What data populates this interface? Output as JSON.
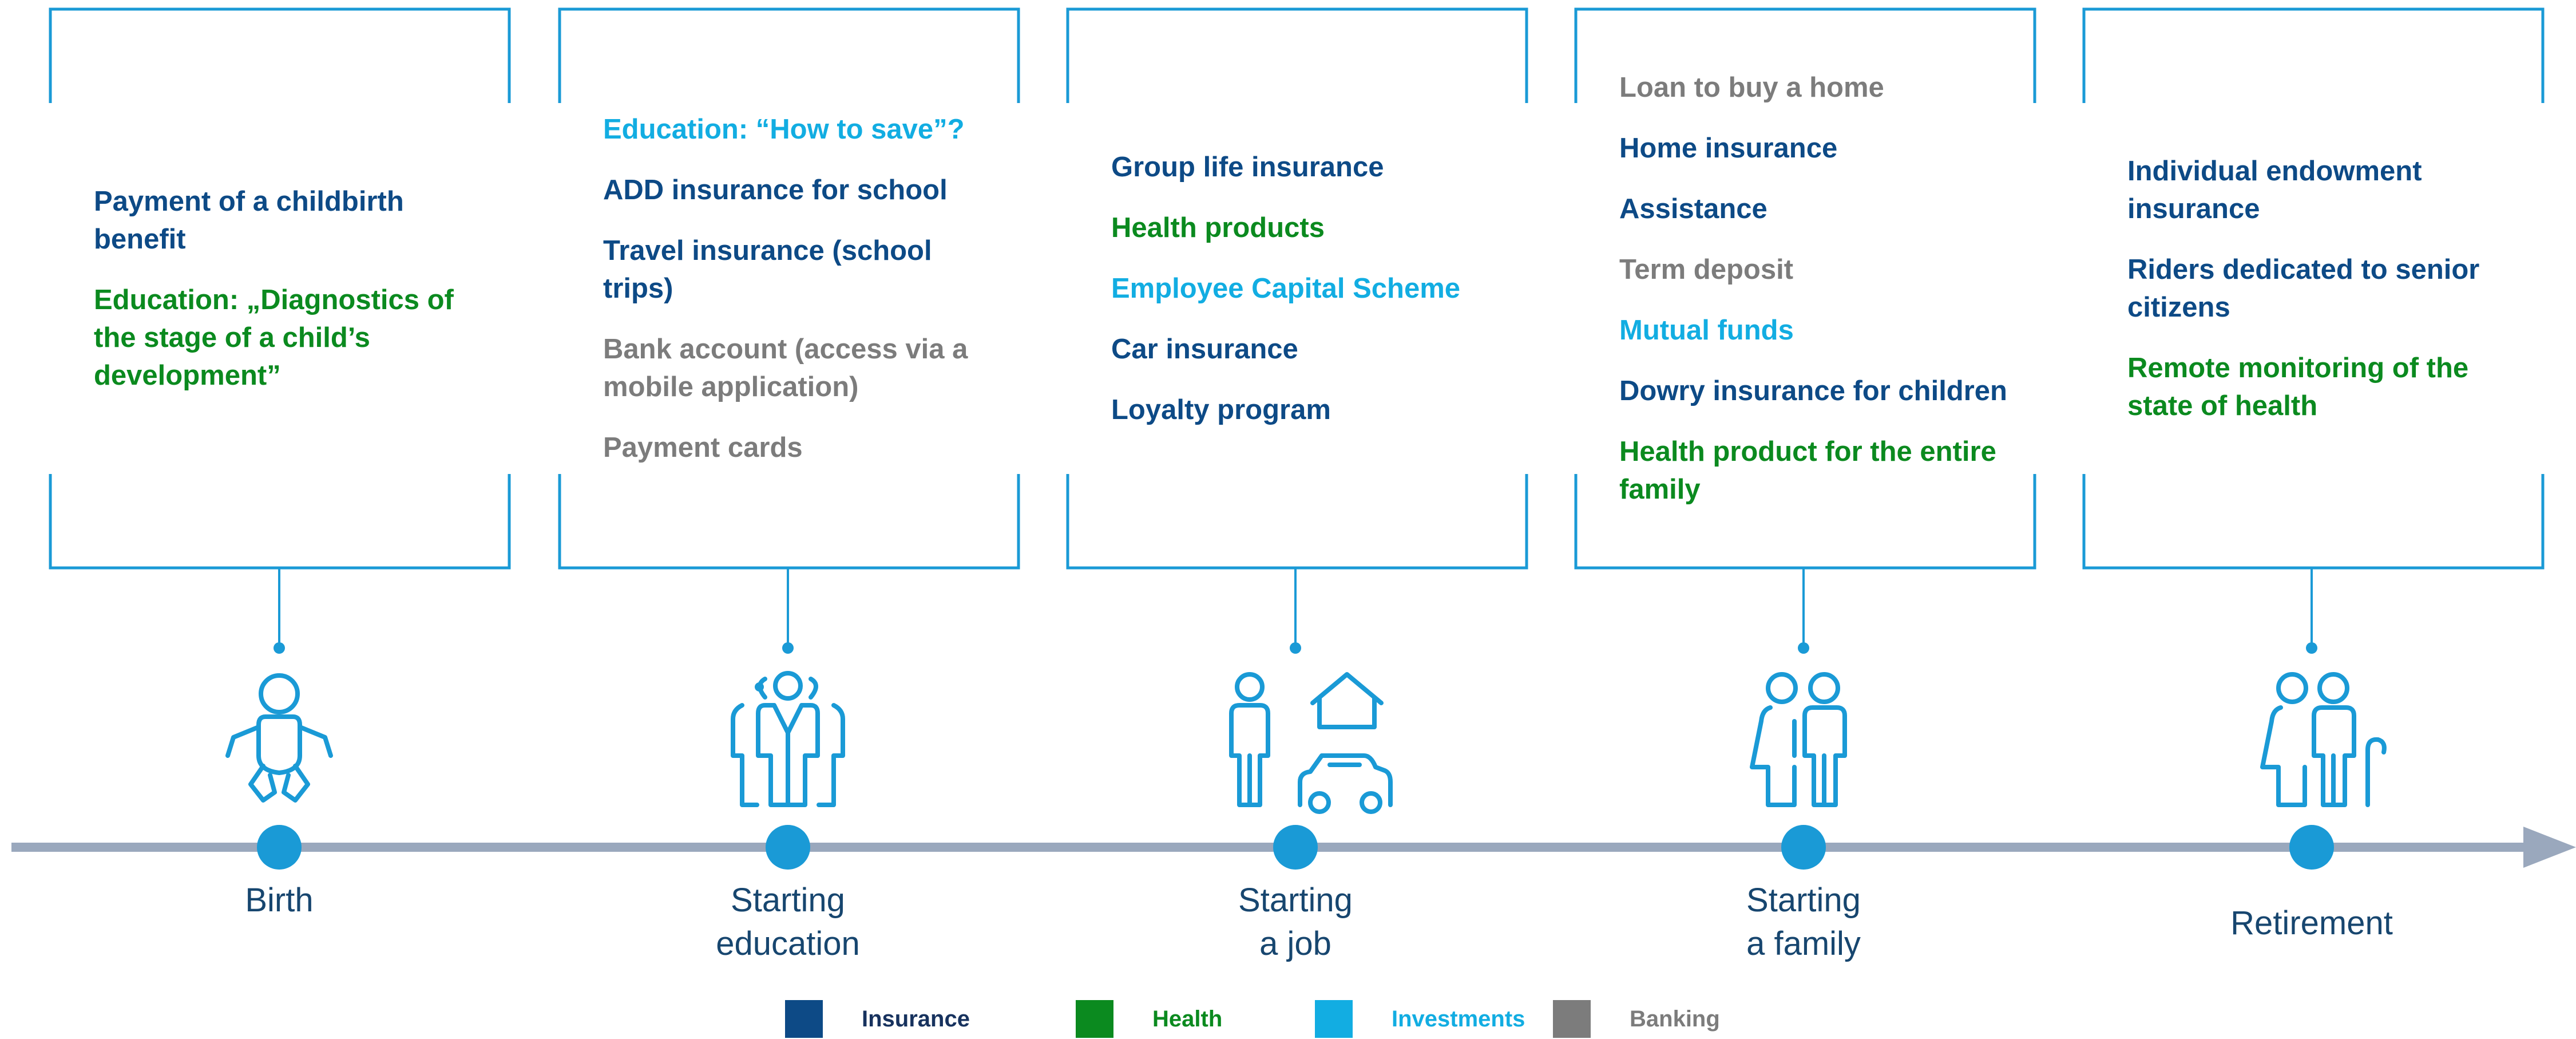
{
  "stages": [
    {
      "label": "Birth",
      "icon": "baby-icon",
      "items": [
        {
          "text": "Payment of a childbirth benefit",
          "category": "insurance"
        },
        {
          "text": "Education: „Diagnostics of the stage of a child’s development”",
          "category": "health"
        }
      ]
    },
    {
      "label": "Starting\neducation",
      "icon": "students-icon",
      "items": [
        {
          "text": "Education: “How to save”?",
          "category": "investments"
        },
        {
          "text": "ADD insurance for school",
          "category": "insurance"
        },
        {
          "text": "Travel insurance (school trips)",
          "category": "insurance"
        },
        {
          "text": "Bank account (access via a mobile application)",
          "category": "banking"
        },
        {
          "text": "Payment cards",
          "category": "banking"
        }
      ]
    },
    {
      "label": "Starting\na job",
      "icon": "worker-house-car-icon",
      "items": [
        {
          "text": "Group life insurance",
          "category": "insurance"
        },
        {
          "text": "Health products",
          "category": "health"
        },
        {
          "text": "Employee Capital Scheme",
          "category": "investments"
        },
        {
          "text": "Car insurance",
          "category": "insurance"
        },
        {
          "text": "Loyalty program",
          "category": "insurance"
        }
      ]
    },
    {
      "label": "Starting\na family",
      "icon": "couple-icon",
      "items": [
        {
          "text": "Loan to buy a home",
          "category": "banking"
        },
        {
          "text": "Home insurance",
          "category": "insurance"
        },
        {
          "text": "Assistance",
          "category": "insurance"
        },
        {
          "text": "Term deposit",
          "category": "banking"
        },
        {
          "text": "Mutual funds",
          "category": "investments"
        },
        {
          "text": "Dowry insurance for children",
          "category": "insurance"
        },
        {
          "text": "Health product for the entire family",
          "category": "health"
        }
      ]
    },
    {
      "label": "Retirement",
      "icon": "senior-couple-icon",
      "items": [
        {
          "text": "Individual endowment insurance",
          "category": "insurance"
        },
        {
          "text": "Riders dedicated to senior citizens",
          "category": "insurance"
        },
        {
          "text": "Remote monitoring of the state of health",
          "category": "health"
        }
      ]
    }
  ],
  "legend": [
    {
      "key": "insurance",
      "label": "Insurance",
      "color": "#0d4a86"
    },
    {
      "key": "health",
      "label": "Health",
      "color": "#0b8a1f"
    },
    {
      "key": "investments",
      "label": "Investments",
      "color": "#12ade2"
    },
    {
      "key": "banking",
      "label": "Banking",
      "color": "#7c7c7c"
    }
  ],
  "colors": {
    "accent": "#1a9ad6",
    "axis": "#9aa8bd",
    "stage_label": "#17466f"
  }
}
